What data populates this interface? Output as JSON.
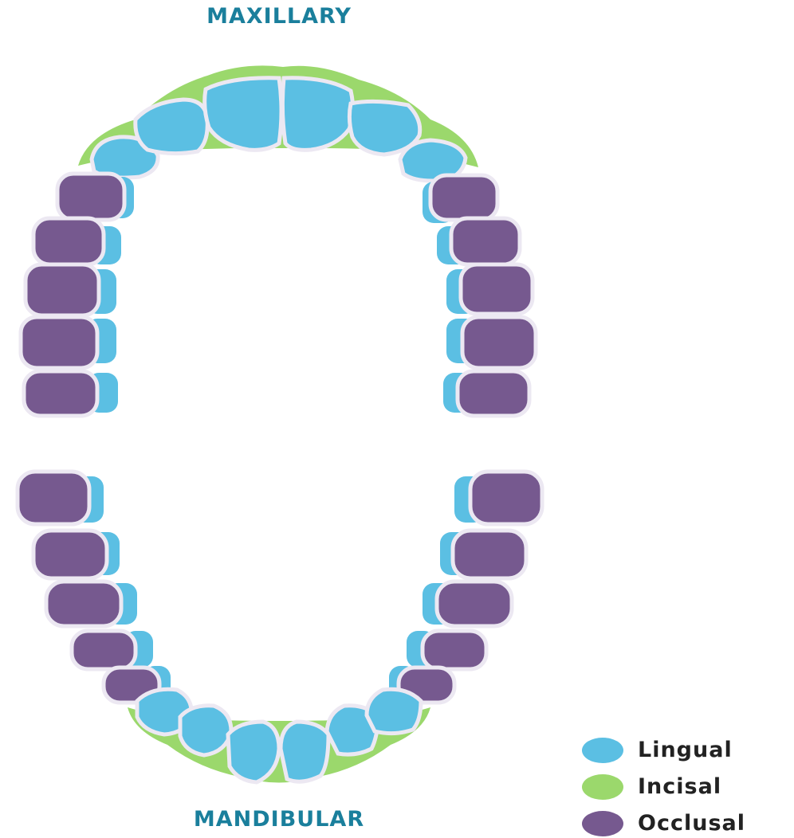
{
  "labels": {
    "top": "MAXILLARY",
    "bottom": "MANDIBULAR"
  },
  "colors": {
    "label_text": "#1a7f9c",
    "lingual": "#5bbfe3",
    "incisal": "#9bd86c",
    "occlusal": "#76598f",
    "tooth_outline": "#ece8f2"
  },
  "legend": [
    {
      "key": "lingual",
      "label": "Lingual",
      "color": "#5bbfe3"
    },
    {
      "key": "incisal",
      "label": "Incisal",
      "color": "#9bd86c"
    },
    {
      "key": "occlusal",
      "label": "Occlusal",
      "color": "#76598f"
    }
  ]
}
